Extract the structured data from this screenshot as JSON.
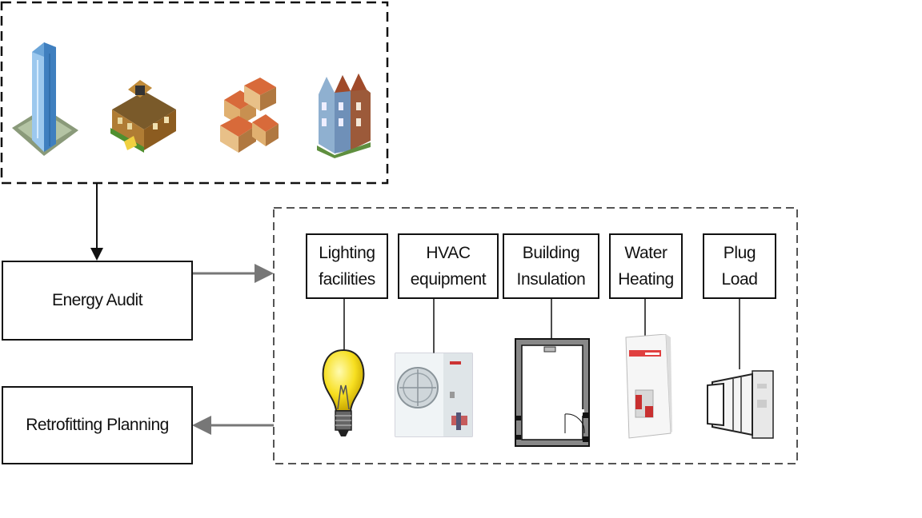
{
  "process_boxes": {
    "energy_audit": "Energy Audit",
    "retrofitting_planning": "Retrofitting Planning"
  },
  "categories": [
    {
      "label": "Lighting\nfacilities",
      "icon": "light-bulb-icon"
    },
    {
      "label": "HVAC\nequipment",
      "icon": "hvac-unit-icon"
    },
    {
      "label": "Building\nInsulation",
      "icon": "room-floorplan-icon"
    },
    {
      "label": "Water\nHeating",
      "icon": "water-heater-icon"
    },
    {
      "label": "Plug\nLoad",
      "icon": "plug-device-icon"
    }
  ],
  "buildings": [
    "skyscraper-icon",
    "school-building-icon",
    "complex-building-icon",
    "townhouse-icon"
  ],
  "colors": {
    "border": "#111111",
    "arrow_gray": "#777777",
    "dashed_gray": "#555555"
  }
}
